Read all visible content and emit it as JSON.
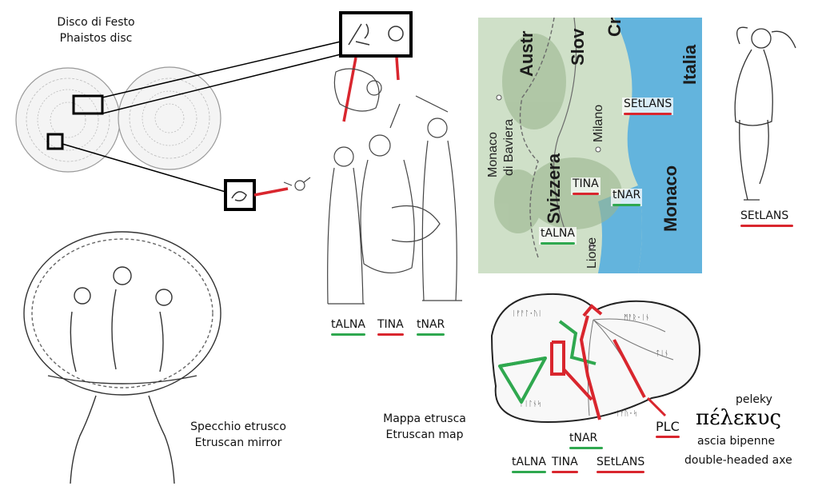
{
  "phaistos": {
    "title_it": "Disco di Festo",
    "title_en": "Phaistos disc"
  },
  "mirror": {
    "title_it": "Specchio etrusco",
    "title_en": "Etruscan mirror"
  },
  "map_caption": {
    "title_it": "Mappa etrusca",
    "title_en": "Etruscan map"
  },
  "scene_labels": {
    "talna": "tALNA",
    "tina": "TINA",
    "tnar": "tNAR"
  },
  "geo_map": {
    "labels": {
      "austria": "Austr",
      "slo": "Slov",
      "cro": "Cro",
      "italia": "Italia",
      "monaco_baviera_1": "Monaco",
      "monaco_baviera_2": "di Baviera",
      "milano": "Milano",
      "svizzera": "Svizzera",
      "lione": "Lione",
      "monaco": "Monaco"
    },
    "annotations": {
      "setlans": "SEtLANS",
      "tina": "TINA",
      "tnar": "tNAR",
      "talna": "tALNA"
    },
    "colors": {
      "land": "#cfe0c8",
      "sea": "#63b4dd"
    }
  },
  "figure_label": {
    "setlans": "SEtLANS"
  },
  "disc_labels": {
    "tnar": "tNAR",
    "talna": "tALNA",
    "tina": "TINA",
    "setlans": "SEtLANS",
    "plc": "PLC"
  },
  "axe": {
    "translit": "peleky",
    "greek": "πέλεκυς",
    "it": "ascia bipenne",
    "en": "double-headed axe"
  },
  "colors": {
    "red": "#d9262e",
    "green": "#2fa84f"
  }
}
